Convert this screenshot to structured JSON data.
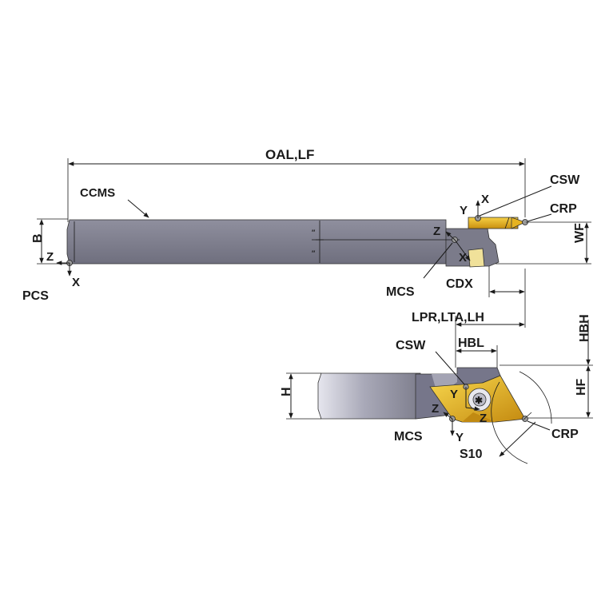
{
  "labels": {
    "oal_lf": "OAL,LF",
    "ccms": "CCMS",
    "csw_top": "CSW",
    "crp_top": "CRP",
    "b": "B",
    "z_pcs": "Z",
    "pcs": "PCS",
    "x_pcs": "X",
    "y_top": "Y",
    "x_top": "X",
    "z_mcs_top": "Z",
    "x_mcs_top": "X",
    "wf": "WF",
    "mcs_top": "MCS",
    "cdx": "CDX",
    "lpr_lta_lh": "LPR,LTA,LH",
    "hbh": "HBH",
    "csw_bottom": "CSW",
    "hbl": "HBL",
    "h": "H",
    "y_bottom": "Y",
    "z_bottom_left": "Z",
    "z_bottom_right": "Z",
    "hf": "HF",
    "mcs_bottom": "MCS",
    "y_mcs_bottom": "Y",
    "crp_bottom": "CRP",
    "s10": "S10"
  },
  "colors": {
    "shank_light": "#c8c8d4",
    "shank_mid": "#8d8d9c",
    "shank_dark": "#6d6d7c",
    "insert_gold": "#e0ac1c",
    "insert_gold_light": "#f6d046",
    "insert_gold_dark": "#b98410",
    "line": "#1a1a1a"
  }
}
